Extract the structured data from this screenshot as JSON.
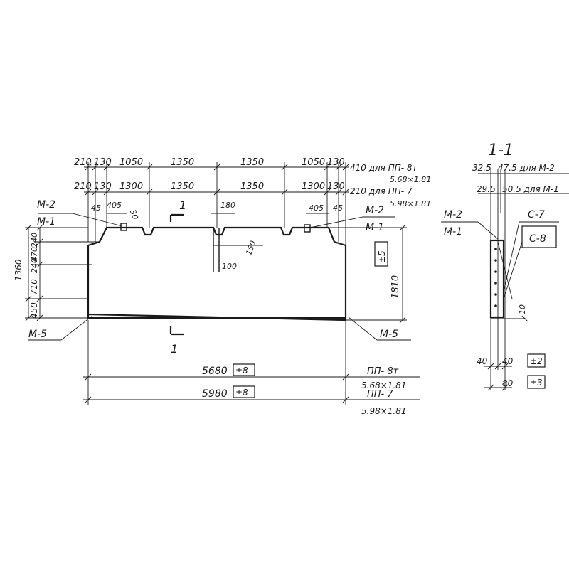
{
  "elevation": {
    "dims_top_row1": [
      "210",
      "130",
      "1050",
      "1350",
      "1350",
      "1050",
      "130",
      "410 для ПП- 8т"
    ],
    "dims_top_row2": [
      "210",
      "130",
      "1300",
      "1350",
      "1350",
      "1300",
      "130",
      "210 для ПП- 7"
    ],
    "size_note_top1": "5.68×1.81",
    "size_note_top2": "5.98×1.81",
    "left_dims": [
      "1360",
      "240",
      "470",
      "240",
      "710",
      "450"
    ],
    "right_height": "1810",
    "right_tol": "±5",
    "small_dims": [
      "45",
      "405",
      "30",
      "180",
      "100",
      "150",
      "405",
      "45"
    ],
    "labels": {
      "m2_left": "М-2",
      "m1_left": "М-1",
      "m2_right": "М-2",
      "m1_right": "М-1",
      "m5_left": "М-5",
      "m5_right": "М-5",
      "section_mark_top": "1",
      "section_mark_bottom": "1"
    },
    "bottom_dims": [
      {
        "value": "5680",
        "tol": "±8",
        "name": "ПП- 8т",
        "size": "5.68×1.81"
      },
      {
        "value": "5980",
        "tol": "±8",
        "name": "ПП- 7",
        "size": "5.98×1.81"
      }
    ]
  },
  "section": {
    "title": "1-1",
    "top_dims1": [
      "32.5",
      "47.5 для М-2"
    ],
    "top_dims2": [
      "29.5",
      "50.5 для М-1"
    ],
    "labels": {
      "m2": "М-2",
      "m1": "М-1",
      "c7": "С-7",
      "c8": "С-8"
    },
    "dim_10": "10",
    "bottom_dims": [
      "40",
      "40",
      "80"
    ],
    "tols": [
      "±2",
      "±3"
    ]
  }
}
